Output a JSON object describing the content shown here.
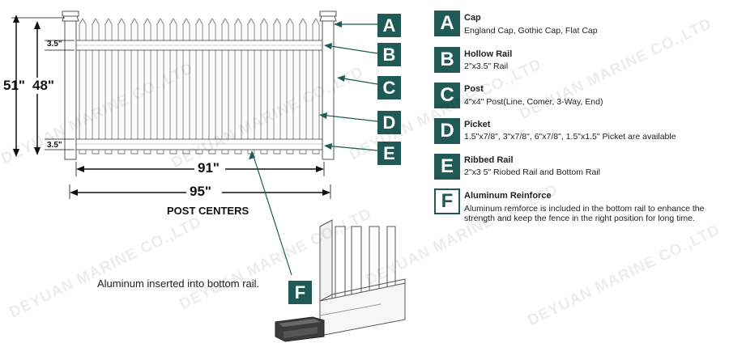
{
  "dimensions": {
    "total_height": "51\"",
    "picket_height": "48\"",
    "top_rail_offset": "3.5\"",
    "bottom_rail_offset": "3.5\"",
    "picket_span": "91\"",
    "post_span": "95\"",
    "post_centers_label": "POST CENTERS"
  },
  "callouts": [
    "A",
    "B",
    "C",
    "D",
    "E"
  ],
  "legend": [
    {
      "letter": "A",
      "title": "Cap",
      "desc": "England Cap, Gothic Cap, Flat Cap"
    },
    {
      "letter": "B",
      "title": "Hollow Rail",
      "desc": "2\"x3.5\" Rail"
    },
    {
      "letter": "C",
      "title": "Post",
      "desc": "4\"x4\" Post(Line, Comer, 3-Way, End)"
    },
    {
      "letter": "D",
      "title": "Picket",
      "desc": "1.5\"x7/8\", 3\"x7/8\", 6\"x7/8\", 1.5\"x1.5\" Picket are available"
    },
    {
      "letter": "E",
      "title": "Ribbed Rail",
      "desc": "2\"x3 5\" Riobed Rail and Bottom Rail"
    },
    {
      "letter": "F",
      "title": "Aluminum Reinforce",
      "desc": "Aluminum remforce is included in the bottom rail to enhance the strength and keep the fence in the right position for long time."
    }
  ],
  "detail": {
    "letter": "F",
    "caption": "Aluminum inserted into bottom rail."
  },
  "watermark": "DEYUAN MARINE CO.,LTD",
  "colors": {
    "badge": "#1f5a56",
    "fence": "#ffffff",
    "outline": "#555555"
  }
}
